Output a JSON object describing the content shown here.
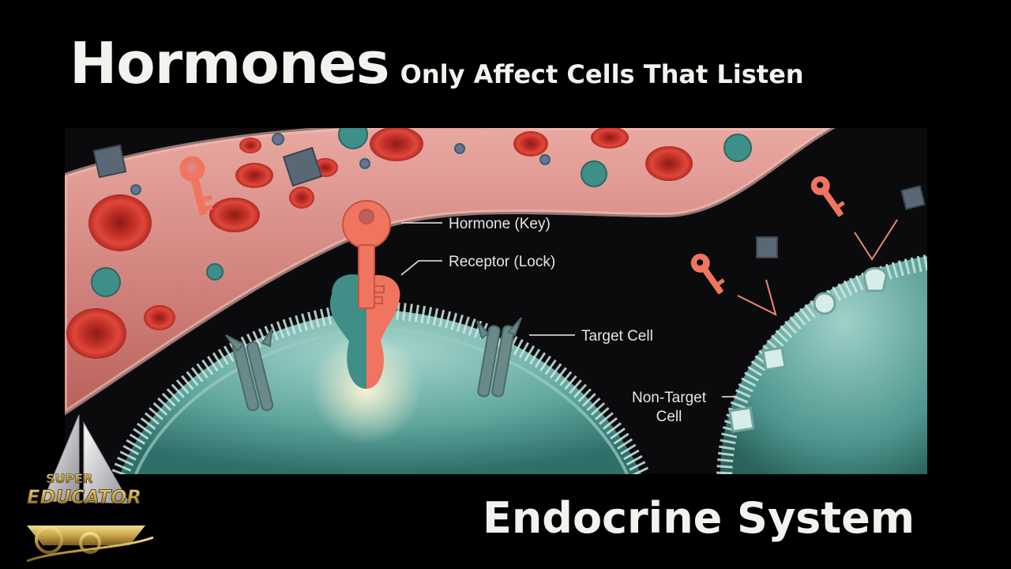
{
  "header": {
    "title_main": "Hormones",
    "title_sub": "Only Affect Cells That Listen"
  },
  "diagram": {
    "labels": {
      "hormone": "Hormone (Key)",
      "receptor": "Receptor (Lock)",
      "target_cell": "Target Cell",
      "non_target_line1": "Non-Target",
      "non_target_line2": "Cell"
    }
  },
  "footer": {
    "subtitle": "Endocrine System"
  },
  "logo": {
    "line1": "SUPER",
    "line2": "EDUCATOR"
  },
  "colors": {
    "background": "#000000",
    "vessel": "#d98a85",
    "blood_cell": "#c8302a",
    "key": "#ef7561",
    "receptor": "#3f8f88",
    "cell": "#6fb2aa",
    "hormone_block": "#5a6876",
    "logo_gold": "#c9a449"
  }
}
